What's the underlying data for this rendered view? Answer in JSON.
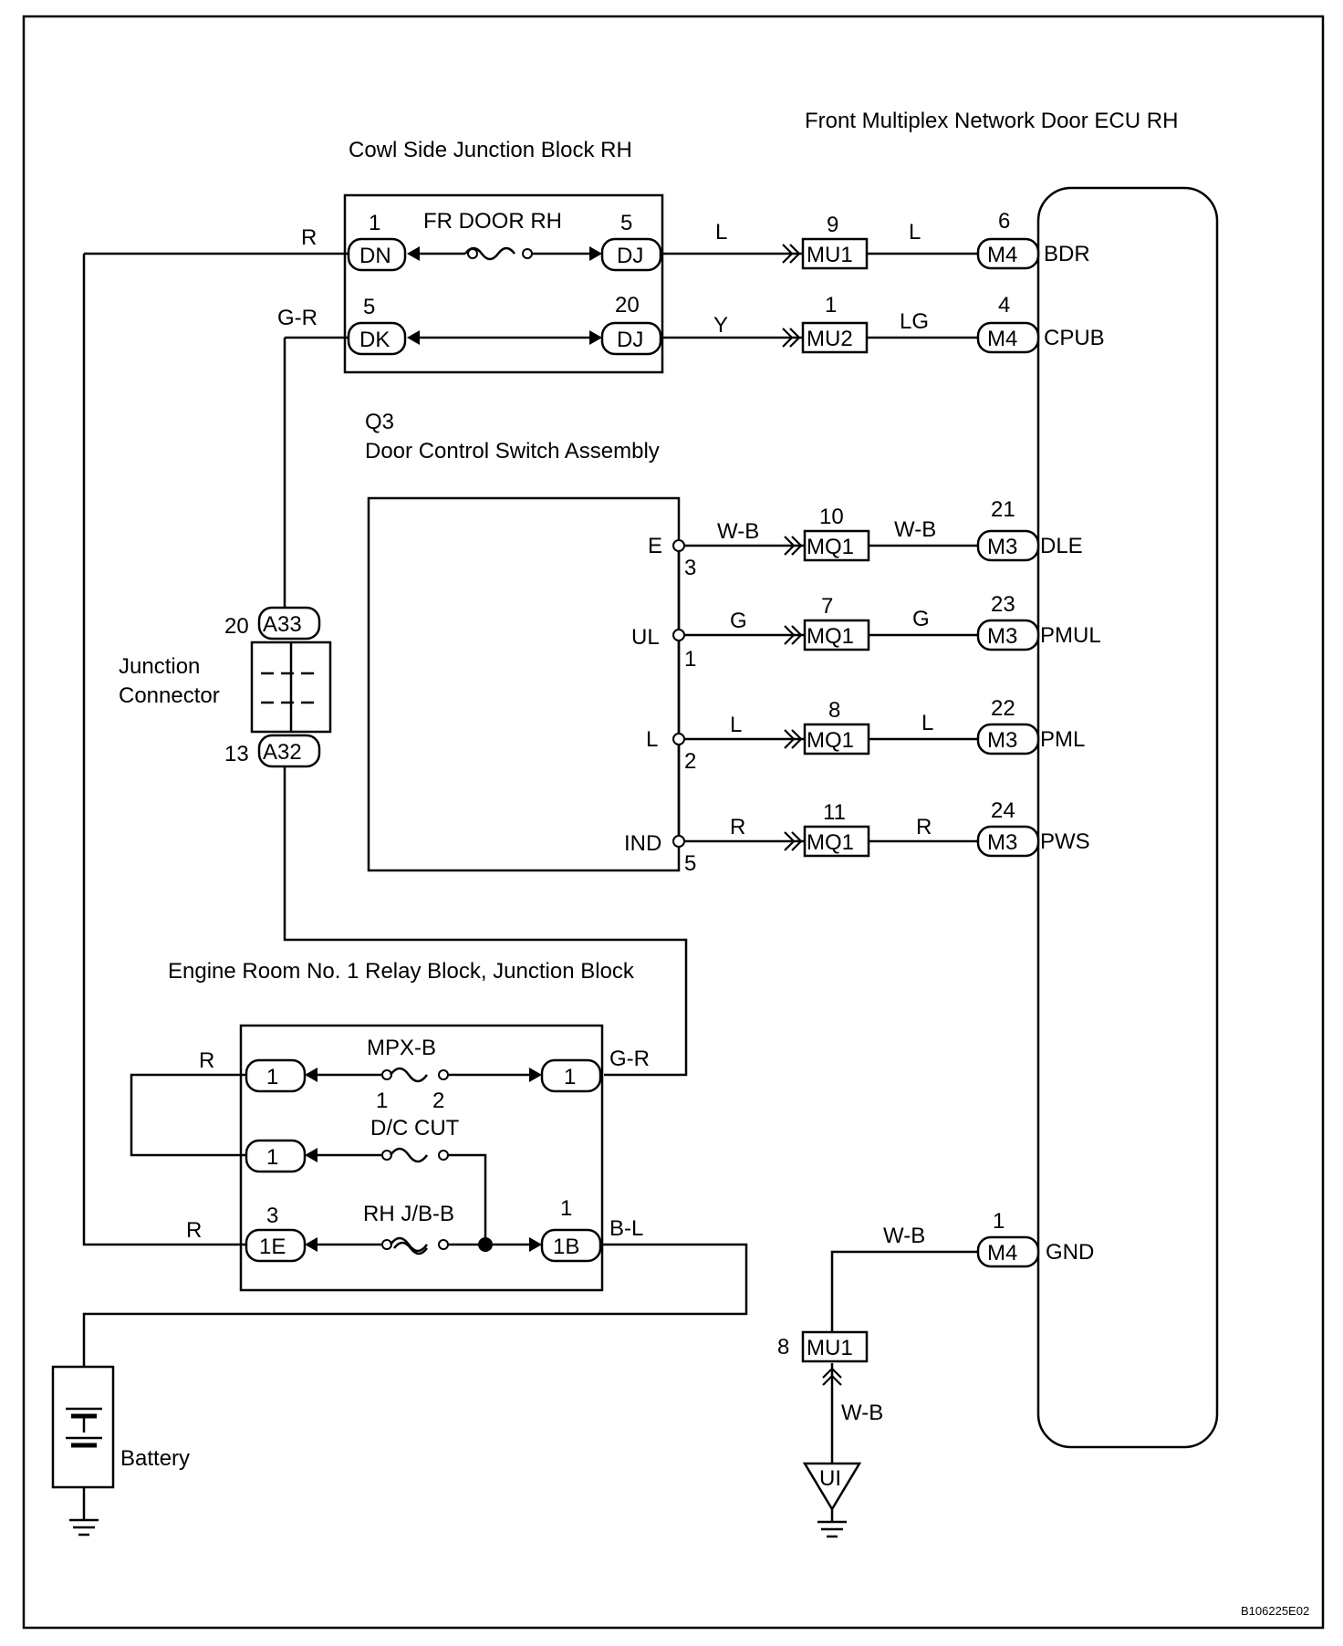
{
  "titles": {
    "ecu": "Front Multiplex Network Door ECU RH",
    "cowl_jb": "Cowl Side Junction Block RH",
    "switch_code": "Q3",
    "switch_name": "Door Control Switch Assembly",
    "junction_connector_line1": "Junction",
    "junction_connector_line2": "Connector",
    "engine_room_block": "Engine Room No. 1 Relay Block, Junction Block",
    "battery": "Battery",
    "figure_code": "B106225E02"
  },
  "cowl_jb": {
    "fuse": "FR DOOR RH",
    "dn": {
      "pin": "1",
      "name": "DN"
    },
    "dk": {
      "pin": "5",
      "name": "DK"
    },
    "dj_top": {
      "pin": "5",
      "name": "DJ"
    },
    "dj_bottom": {
      "pin": "20",
      "name": "DJ"
    },
    "wire_r": "R",
    "wire_gr": "G-R"
  },
  "ecu_lines": [
    {
      "wire_in": "L",
      "mid_pin": "9",
      "mid_name": "MU1",
      "wire_out": "L",
      "pin": "6",
      "conn": "M4",
      "terminal": "BDR"
    },
    {
      "wire_in": "Y",
      "mid_pin": "1",
      "mid_name": "MU2",
      "wire_out": "LG",
      "pin": "4",
      "conn": "M4",
      "terminal": "CPUB"
    }
  ],
  "switch_lines": [
    {
      "sw_name": "E",
      "sw_pin": "3",
      "wire_in": "W-B",
      "mid_pin": "10",
      "mid_name": "MQ1",
      "wire_out": "W-B",
      "pin": "21",
      "conn": "M3",
      "terminal": "DLE"
    },
    {
      "sw_name": "UL",
      "sw_pin": "1",
      "wire_in": "G",
      "mid_pin": "7",
      "mid_name": "MQ1",
      "wire_out": "G",
      "pin": "23",
      "conn": "M3",
      "terminal": "PMUL"
    },
    {
      "sw_name": "L",
      "sw_pin": "2",
      "wire_in": "L",
      "mid_pin": "8",
      "mid_name": "MQ1",
      "wire_out": "L",
      "pin": "22",
      "conn": "M3",
      "terminal": "PML"
    },
    {
      "sw_name": "IND",
      "sw_pin": "5",
      "wire_in": "R",
      "mid_pin": "11",
      "mid_name": "MQ1",
      "wire_out": "R",
      "pin": "24",
      "conn": "M3",
      "terminal": "PWS"
    }
  ],
  "junction_connector": {
    "top_pin": "20",
    "top_name": "A33",
    "bottom_pin": "13",
    "bottom_name": "A32"
  },
  "engine_room": {
    "mpxb_fuse": "MPX-B",
    "mpxb_pin1": "1",
    "mpxb_pin2": "2",
    "dc_cut": "D/C CUT",
    "rh_jbb": "RH J/B-B",
    "left_conn": "1",
    "right_conn": "1",
    "mid_left_conn": "1",
    "one_e_pin": "3",
    "one_e_name": "1E",
    "one_b_pin": "1",
    "one_b_name": "1B",
    "wire_gr": "G-R",
    "wire_r_top": "R",
    "wire_r_bottom": "R",
    "wire_bl": "B-L"
  },
  "ground": {
    "ecu_wire": "W-B",
    "pin": "1",
    "conn": "M4",
    "terminal": "GND",
    "mu1_pin": "8",
    "mu1_name": "MU1",
    "lower_wire": "W-B",
    "ground_point": "UI"
  }
}
